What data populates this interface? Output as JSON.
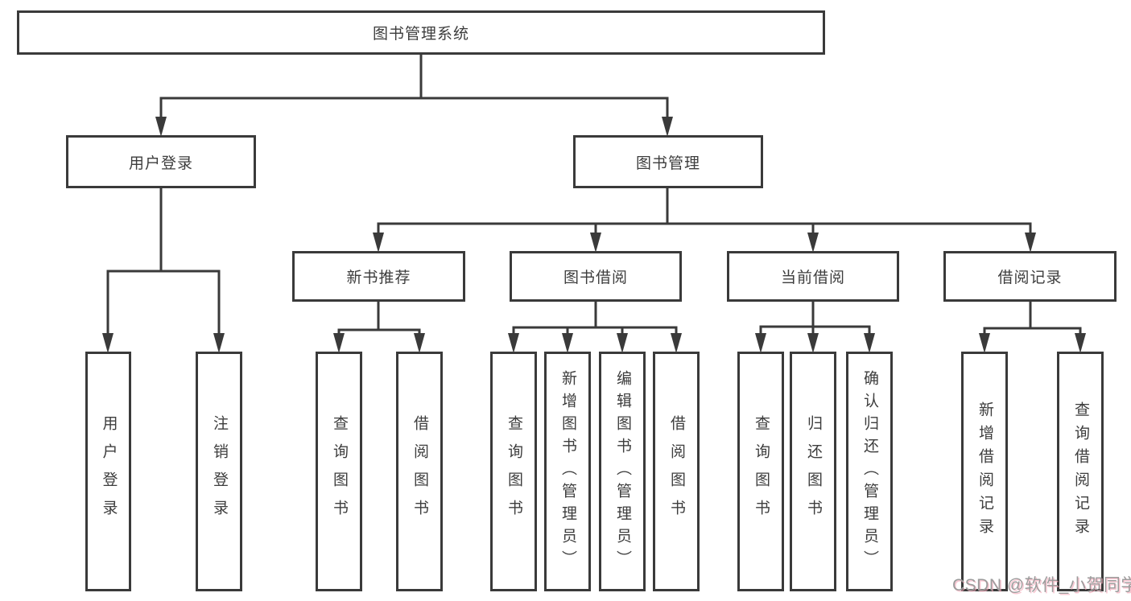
{
  "diagram": {
    "title": "图书管理系统",
    "level2": {
      "user_login": "用户登录",
      "book_mgmt": "图书管理"
    },
    "level3": {
      "new_books": "新书推荐",
      "book_borrow": "图书借阅",
      "current_borrow": "当前借阅",
      "borrow_records": "借阅记录"
    },
    "leaves": [
      "用户登录",
      "注销登录",
      "查询图书",
      "借阅图书",
      "查询图书",
      "新增图书（管理员）",
      "编辑图书（管理员）",
      "借阅图书",
      "查询图书",
      "归还图书",
      "确认归还（管理员）",
      "新增借阅记录",
      "查询借阅记录"
    ]
  },
  "watermark": "CSDN @软件_小贺同学",
  "colors": {
    "line": "#3a3a3a",
    "text": "#3d3d3d",
    "watermark": "#9c9c9c",
    "watermark_accent": "#f5a8b8"
  }
}
